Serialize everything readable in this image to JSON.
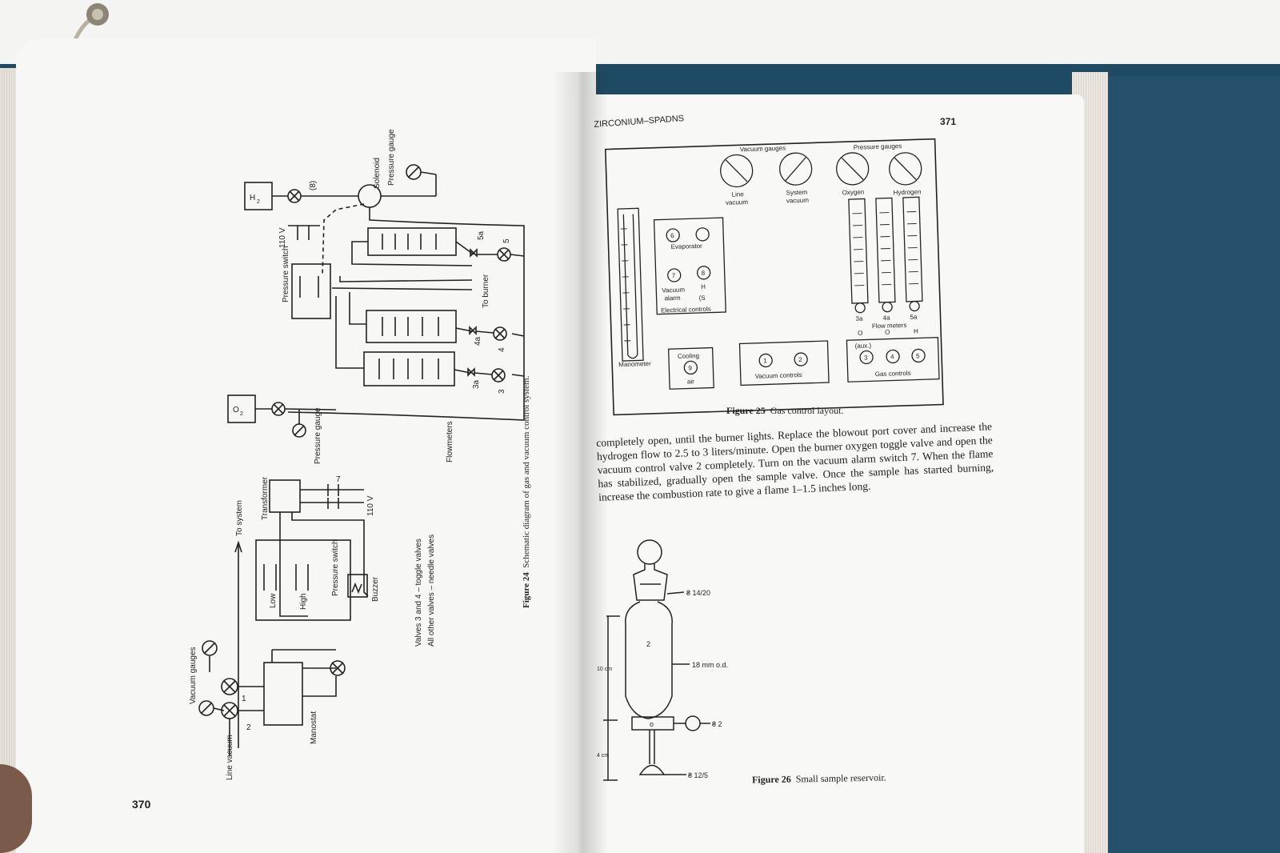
{
  "left_page": {
    "page_number": "370",
    "figure_caption_label": "Figure 24",
    "figure_caption_text": "Schematic diagram of gas and vacuum control system.",
    "legend_line_1": "Valves 3 and 4 – toggle valves",
    "legend_line_2": "All other valves – needle valves",
    "labels": {
      "h2": "H",
      "h2_sub": "2",
      "o2": "O",
      "o2_sub": "2",
      "valve_8": "(8)",
      "solenoid": "Solenoid",
      "pressure_gauge_top": "Pressure gauge",
      "v110_top": "110 V",
      "pressure_switch_top": "Pressure switch",
      "v5a": "5a",
      "v5": "5",
      "to_burner": "To burner",
      "v4a": "4a",
      "v4": "4",
      "v3a": "3a",
      "v3": "3",
      "pressure_gauge_mid": "Pressure gauge",
      "flowmeters": "Flowmeters",
      "transformer": "Transformer",
      "v7": "7",
      "v110_bottom": "110 V",
      "to_system": "To system",
      "low": "Low",
      "high": "High",
      "pressure_switch_bottom": "Pressure switch",
      "buzzer": "Buzzer",
      "vacuum_gauges": "Vacuum gauges",
      "v1": "1",
      "v2": "2",
      "manostat": "Manostat",
      "line_vacuum": "Line vacuum"
    }
  },
  "right_page": {
    "running_head": "ZIRCONIUM–SPADNS",
    "page_number": "371",
    "figure25": {
      "caption_label": "Figure 25",
      "caption_text": "Gas control layout.",
      "vacuum_gauges": "Vacuum gauges",
      "pressure_gauges": "Pressure gauges",
      "line_vacuum_1": "Line",
      "line_vacuum_2": "vacuum",
      "system_vacuum_1": "System",
      "system_vacuum_2": "vacuum",
      "oxygen": "Oxygen",
      "hydrogen": "Hydrogen",
      "evaporator": "Evaporator",
      "n6": "6",
      "n7": "7",
      "n8": "8",
      "vacuum_alarm_1": "Vacuum",
      "vacuum_alarm_2": "alarm",
      "h2_label": "H",
      "s1_label": "(S",
      "electrical_controls": "Electrical controls",
      "manometer": "Manometer",
      "cooling": "Cooling",
      "n9": "9",
      "air": "air",
      "n1": "1",
      "n2": "2",
      "vacuum_controls": "Vacuum controls",
      "f3a": "3a",
      "f4a": "4a",
      "f5a": "5a",
      "flow_meters": "Flow meters",
      "o2_left": "O",
      "o2_mid": "O",
      "h2_right": "H",
      "aux": "(aux.)",
      "n3": "3",
      "n4": "4",
      "n5": "5",
      "gas_controls": "Gas controls"
    },
    "body_text": "completely open, until the burner lights. Replace the blowout port cover and increase the hydrogen flow to 2.5 to 3 liters/minute. Open the burner oxygen toggle valve and open the vacuum control valve 2 completely. Turn on the vacuum alarm switch 7. When the flame has stabilized, gradually open the sample valve. Once the sample has started burning, increase the combustion rate to give a flame 1–1.5 inches long.",
    "figure26": {
      "caption_label": "Figure 26",
      "caption_text": "Small sample reservoir.",
      "joint_top": "₴ 14/20",
      "label_2": "2",
      "od": "18 mm o.d.",
      "dim_10": "10 cm",
      "dim_4": "4 cm",
      "joint_side": "₴ 2",
      "joint_bottom": "₴ 12/5",
      "stopcock_o": "o"
    }
  },
  "colors": {
    "cover": "#1f4a63",
    "paper": "#f7f7f5",
    "ink": "#1b1b1b"
  }
}
